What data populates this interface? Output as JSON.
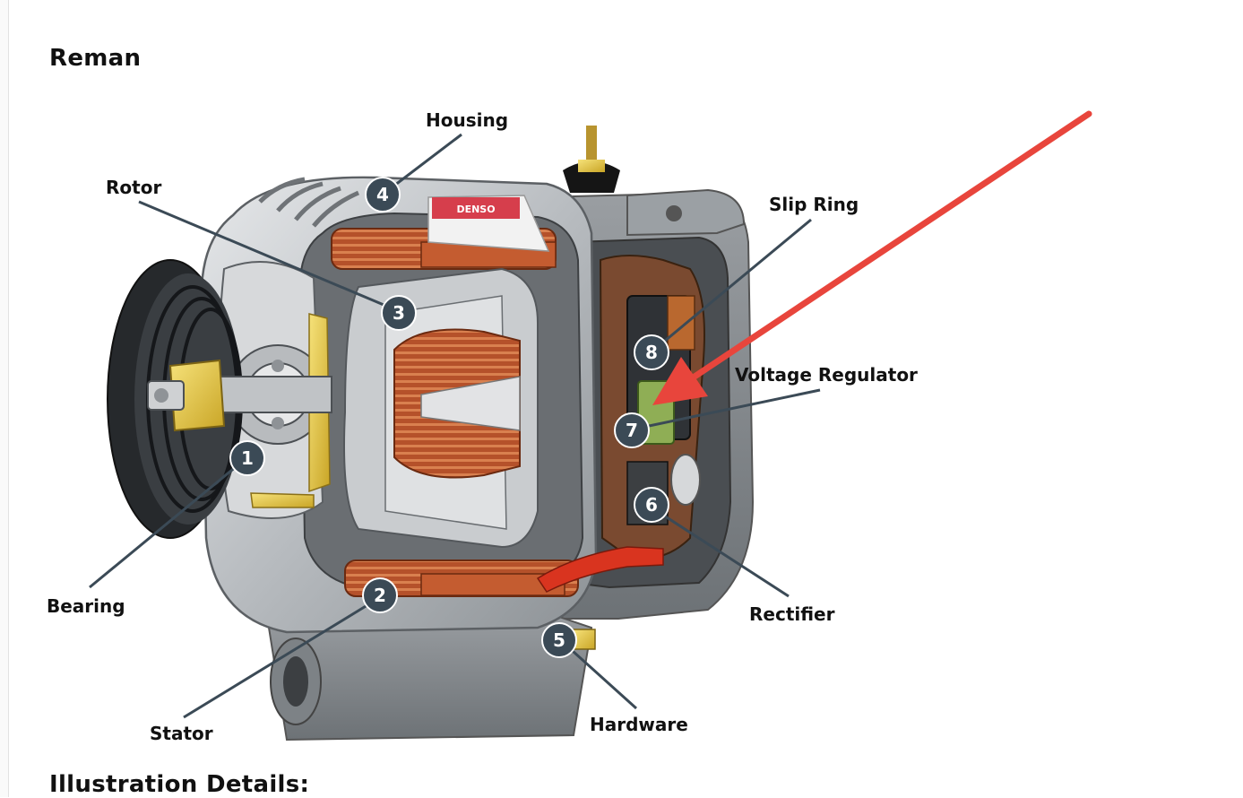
{
  "page": {
    "title": "Reman",
    "section_heading": "Illustration Details:"
  },
  "diagram": {
    "brand_plate": "DENSO",
    "parts": [
      {
        "number": "1",
        "label": "Bearing"
      },
      {
        "number": "2",
        "label": "Stator"
      },
      {
        "number": "3",
        "label": "Rotor"
      },
      {
        "number": "4",
        "label": "Housing"
      },
      {
        "number": "5",
        "label": "Hardware"
      },
      {
        "number": "6",
        "label": "Rectifier"
      },
      {
        "number": "7",
        "label": "Voltage Regulator"
      },
      {
        "number": "8",
        "label": "Slip Ring"
      }
    ],
    "highlight_arrow_color": "#e8453c",
    "badge_color": "#3b4a56",
    "copper_color": "#b24a25"
  }
}
